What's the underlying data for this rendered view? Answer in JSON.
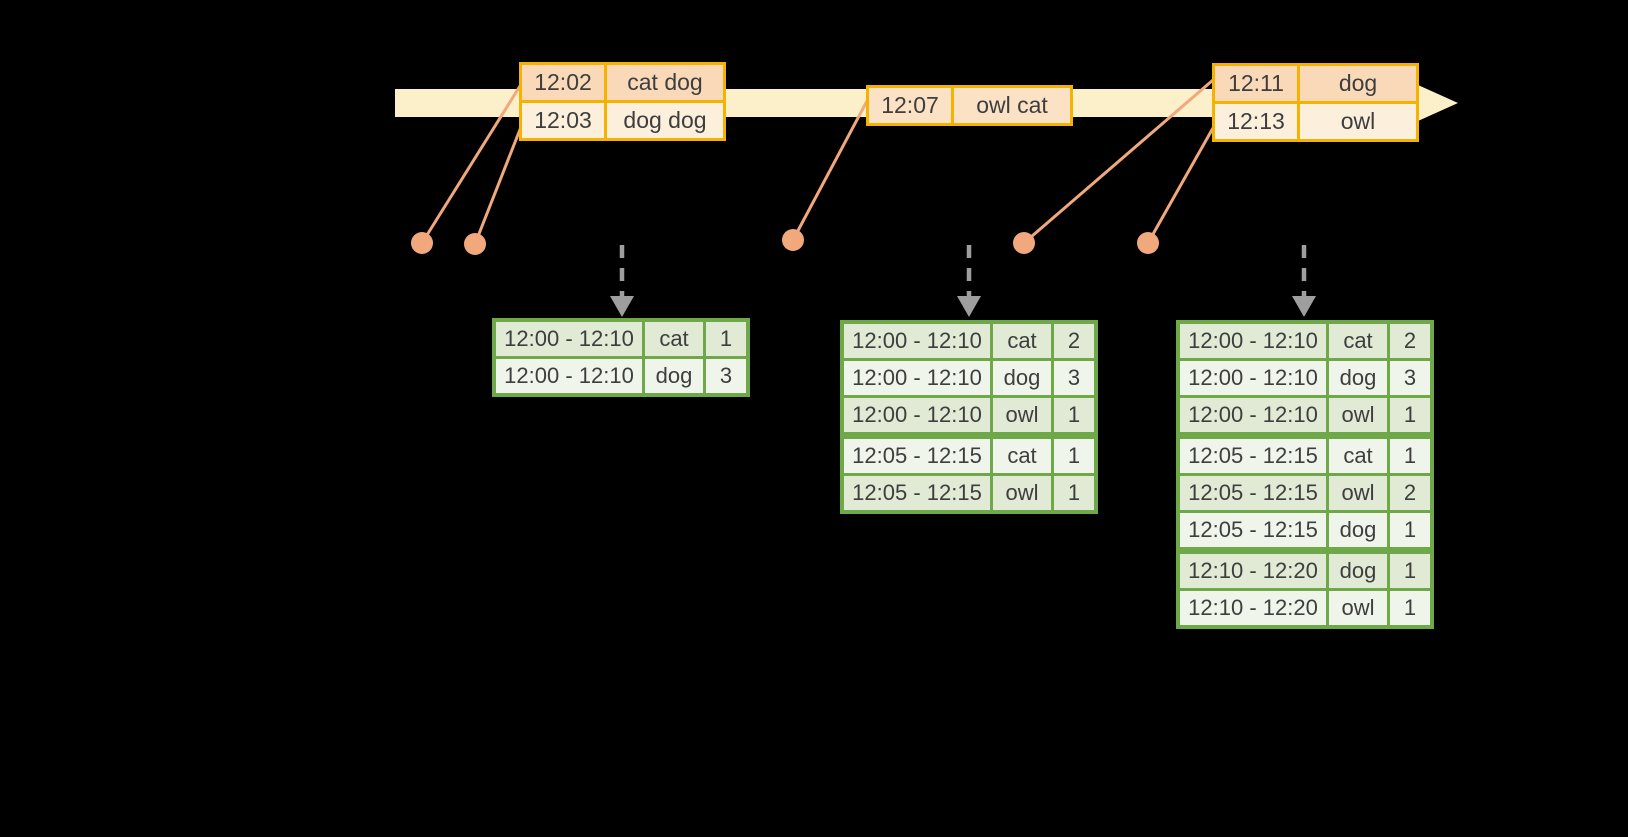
{
  "colors": {
    "background": "#000000",
    "timeline_fill": "#FCF0CA",
    "event_box_border": "#F5B201",
    "event_row_dark": "#F9D9B8",
    "event_row_light": "#FCEFDC",
    "event_row_mid": "#FBE2C4",
    "connector": "#F0A87C",
    "dashed_arrow": "#9E9E9E",
    "table_border": "#6FA848",
    "table_row_green": "#E0EAD5",
    "table_row_white": "#F0F5EB",
    "text": "#3E3E3E"
  },
  "event_groups": [
    {
      "rows": [
        {
          "time": "12:02",
          "words": "cat dog"
        },
        {
          "time": "12:03",
          "words": "dog dog"
        }
      ]
    },
    {
      "rows": [
        {
          "time": "12:07",
          "words": "owl cat"
        }
      ]
    },
    {
      "rows": [
        {
          "time": "12:11",
          "words": "dog"
        },
        {
          "time": "12:13",
          "words": "owl"
        }
      ]
    }
  ],
  "result_tables": [
    {
      "rows": [
        {
          "window": "12:00 - 12:10",
          "word": "cat",
          "count": "1"
        },
        {
          "window": "12:00 - 12:10",
          "word": "dog",
          "count": "3"
        }
      ]
    },
    {
      "rows": [
        {
          "window": "12:00 - 12:10",
          "word": "cat",
          "count": "2"
        },
        {
          "window": "12:00 - 12:10",
          "word": "dog",
          "count": "3"
        },
        {
          "window": "12:00 - 12:10",
          "word": "owl",
          "count": "1"
        },
        {
          "window": "12:05 - 12:15",
          "word": "cat",
          "count": "1"
        },
        {
          "window": "12:05 - 12:15",
          "word": "owl",
          "count": "1"
        }
      ]
    },
    {
      "rows": [
        {
          "window": "12:00 - 12:10",
          "word": "cat",
          "count": "2"
        },
        {
          "window": "12:00 - 12:10",
          "word": "dog",
          "count": "3"
        },
        {
          "window": "12:00 - 12:10",
          "word": "owl",
          "count": "1"
        },
        {
          "window": "12:05 - 12:15",
          "word": "cat",
          "count": "1"
        },
        {
          "window": "12:05 - 12:15",
          "word": "owl",
          "count": "2"
        },
        {
          "window": "12:05 - 12:15",
          "word": "dog",
          "count": "1"
        },
        {
          "window": "12:10 - 12:20",
          "word": "dog",
          "count": "1"
        },
        {
          "window": "12:10 - 12:20",
          "word": "owl",
          "count": "1"
        }
      ]
    }
  ]
}
